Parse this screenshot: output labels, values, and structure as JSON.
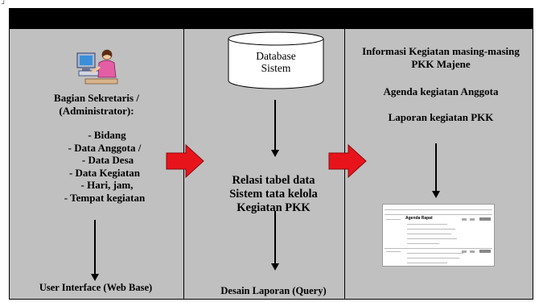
{
  "left_panel": {
    "title_line1": "Bagian Sekretaris /",
    "title_line2": "(Administrator):",
    "items": [
      "- Bidang",
      "- Data Anggota /",
      "- Data Desa",
      "- Data Kegiatan",
      "- Hari, jam,",
      "- Tempat kegiatan"
    ],
    "footer": "User Interface (Web Base)"
  },
  "middle_panel": {
    "database_line1": "Database",
    "database_line2": "Sistem",
    "relation_line1": "Relasi tabel data",
    "relation_line2": "Sistem tata kelola",
    "relation_line3": "Kegiatan PKK",
    "footer": "Desain Laporan (Query)"
  },
  "right_panel": {
    "info_line1": "Informasi Kegiatan masing-masing",
    "info_line2": "PKK Majene",
    "agenda": "Agenda kegiatan Anggota",
    "laporan": "Laporan kegiatan PKK",
    "thumbnail_title": "Agenda Rapat"
  },
  "colors": {
    "panel_background": "#c0c0c0",
    "header_bar": "#000000",
    "flow_arrow": "#e8141b"
  }
}
